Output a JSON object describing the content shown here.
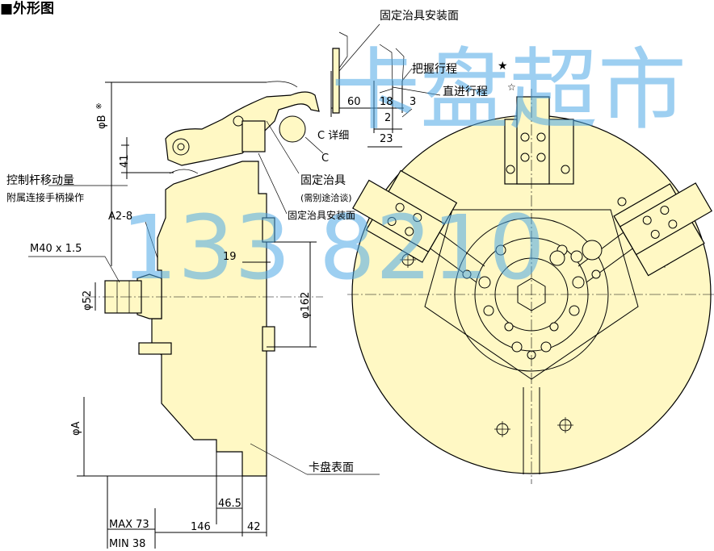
{
  "title": "■外形图",
  "watermark": {
    "line1": "卡盘超市",
    "line2": "133 8210"
  },
  "callouts": {
    "fixture_mount_top": "固定治具安装面",
    "grip_stroke": "把握行程",
    "grip_star": "★",
    "straight_stroke": "直进行程",
    "straight_star": "☆",
    "detail_c": "C 详细",
    "c_mark": "C",
    "fixture": "固定治具",
    "fixture_note": "(需别途洽谈)",
    "fixture_mount_side": "固定治具安装面",
    "lever_travel": "控制杆移动量",
    "lever_note": "附属连接手柄操作",
    "a2_8": "A2-8",
    "m40": "M40 x 1.5",
    "chuck_face": "卡盘表面"
  },
  "dimensions": {
    "d60": "60",
    "d18": "18",
    "d3": "3",
    "d2": "2",
    "d23": "23",
    "d41": "41",
    "phiB": "φB",
    "phiB_mark": "※",
    "d19": "19",
    "phi162": "φ162",
    "phi52": "φ52",
    "phiA": "φA",
    "d46_5": "46.5",
    "max73": "MAX 73",
    "min38": "MIN 38",
    "d146": "146",
    "d42": "42"
  }
}
